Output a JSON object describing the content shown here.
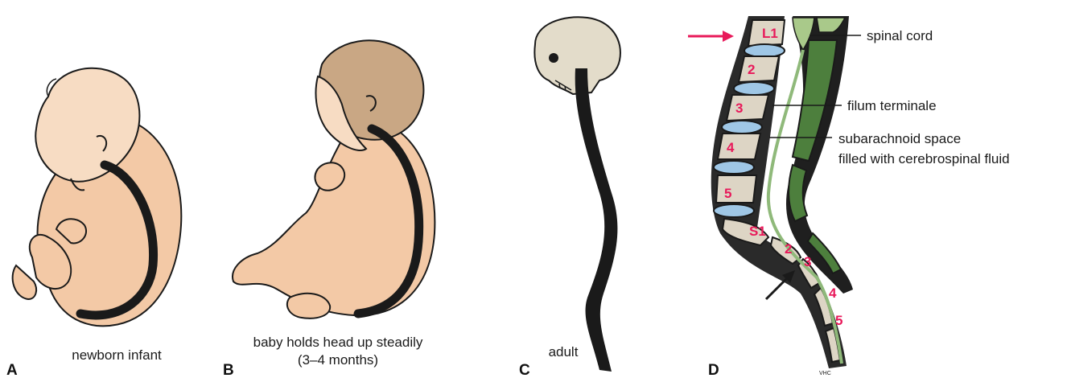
{
  "panels": {
    "a": {
      "letter": "A",
      "caption": "newborn infant"
    },
    "b": {
      "letter": "B",
      "caption_line1": "baby holds head up steadily",
      "caption_line2": "(3–4 months)"
    },
    "c": {
      "letter": "C",
      "caption": "adult"
    },
    "d": {
      "letter": "D",
      "callouts": {
        "spinal_cord": "spinal cord",
        "filum": "filum terminale",
        "subarachnoid_line1": "subarachnoid space",
        "subarachnoid_line2": "filled with cerebrospinal fluid"
      },
      "vertebra_labels": [
        "L1",
        "2",
        "3",
        "4",
        "5",
        "S1",
        "2",
        "3",
        "4",
        "5"
      ],
      "signature": "VHC"
    }
  },
  "colors": {
    "skin": "#f3c9a6",
    "hair": "#c9a784",
    "spine": "#1a1a1a",
    "disc": "#9fc7e6",
    "cord": "#a9c98a",
    "vertebra_label": "#e8195a",
    "arrow_red": "#e8195a"
  }
}
